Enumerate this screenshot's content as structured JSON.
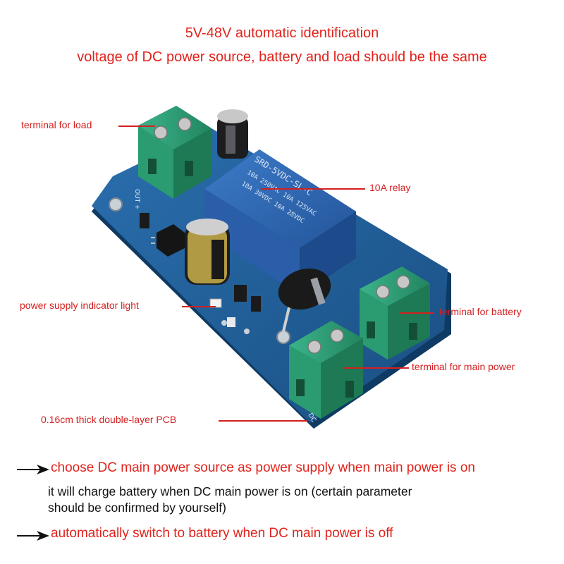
{
  "header": {
    "line1": "5V-48V automatic identification",
    "line2": "voltage of DC power source, battery and load should be the same"
  },
  "labels": {
    "load": "terminal for load",
    "relay": "10A relay",
    "indicator": "power supply indicator light",
    "battery": "terminal for battery",
    "main_power": "terminal for main power",
    "pcb": "0.16cm thick double-layer PCB"
  },
  "board": {
    "relay_text": [
      "SRD-5VDC-SL-C",
      "10A 250VAC 10A 125VAC",
      "10A 30VDC 10A 28VDC"
    ],
    "silk_out": "OUT +",
    "silk_dc": "DC",
    "colors": {
      "pcb": "#1f5e96",
      "relay": "#2f67b5",
      "terminal": "#2ea37a",
      "label_red": "#d42020"
    }
  },
  "notes": {
    "note1": "choose DC main power source as power supply when main power is on",
    "note2_line1": "it will charge battery when DC main power is on (certain parameter",
    "note2_line2": "should be confirmed by yourself)",
    "note3": "automatically switch to battery when DC main power is off"
  }
}
